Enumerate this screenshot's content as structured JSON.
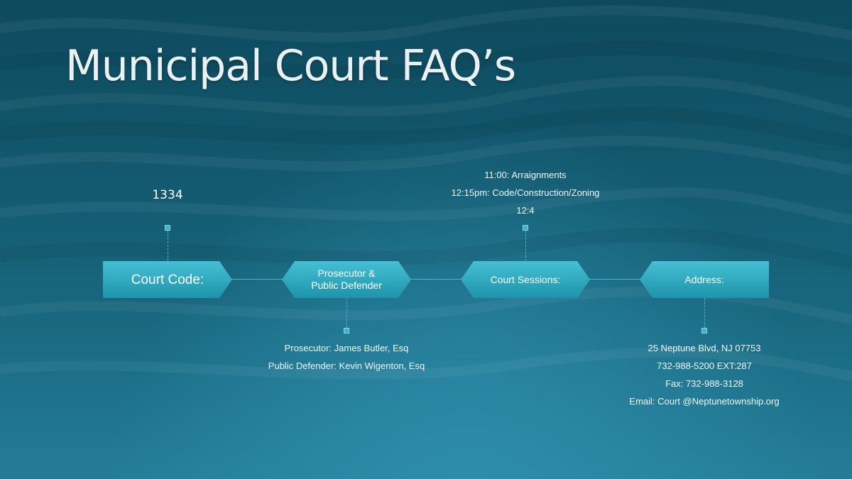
{
  "slide": {
    "title": "Municipal Court FAQ’s"
  },
  "timeline": {
    "court_code": {
      "label": "Court Code:",
      "value": "1334"
    },
    "prosecutor_defender": {
      "label_line1": "Prosecutor &",
      "label_line2": "Public Defender",
      "details": [
        "Prosecutor: James Butler, Esq",
        "Public Defender:  Kevin Wigenton, Esq"
      ]
    },
    "court_sessions": {
      "label": "Court Sessions:",
      "details": [
        "11:00: Arraignments",
        "12:15pm: Code/Construction/Zoning",
        "12:4"
      ]
    },
    "address": {
      "label": "Address:",
      "details": [
        "25 Neptune Blvd, NJ 07753",
        "732-988-5200 EXT:287",
        "Fax: 732-988-3128",
        "Email: Court @Neptunetownship.org"
      ]
    }
  },
  "colors": {
    "background_top": "#0e4a5e",
    "background_bottom": "#247d97",
    "shape_fill_light": "#46c0d4",
    "shape_fill_dark": "#1e93ab",
    "line_color": "#4fb3c8"
  }
}
